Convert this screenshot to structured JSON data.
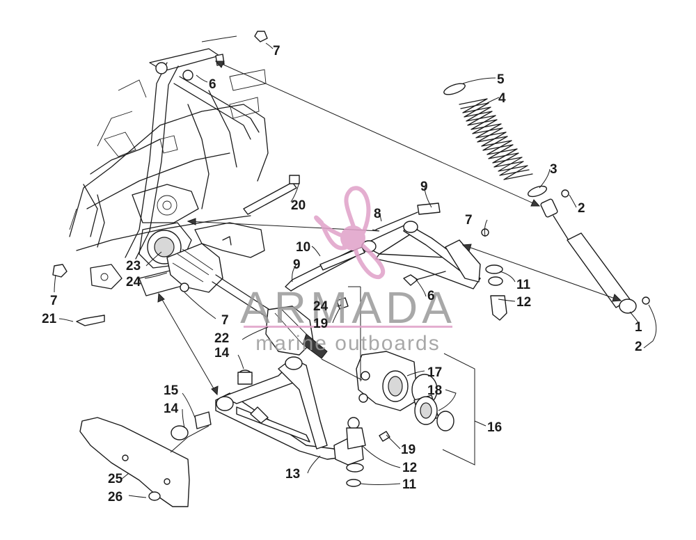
{
  "watermark": {
    "brand": "ARMADA",
    "tagline": "marine outboards",
    "accent_color": "#e0a0c8",
    "icon": "propeller-logo-icon"
  },
  "callouts": [
    {
      "id": "c1",
      "label": "7"
    },
    {
      "id": "c2",
      "label": "6"
    },
    {
      "id": "c3",
      "label": "5"
    },
    {
      "id": "c4",
      "label": "4"
    },
    {
      "id": "c5",
      "label": "3"
    },
    {
      "id": "c6",
      "label": "2"
    },
    {
      "id": "c7",
      "label": "9"
    },
    {
      "id": "c8",
      "label": "20"
    },
    {
      "id": "c9",
      "label": "8"
    },
    {
      "id": "c10",
      "label": "7"
    },
    {
      "id": "c11",
      "label": "10"
    },
    {
      "id": "c12",
      "label": "9"
    },
    {
      "id": "c13",
      "label": "23"
    },
    {
      "id": "c14",
      "label": "24"
    },
    {
      "id": "c15",
      "label": "11"
    },
    {
      "id": "c16",
      "label": "6"
    },
    {
      "id": "c17",
      "label": "12"
    },
    {
      "id": "c18",
      "label": "7"
    },
    {
      "id": "c19",
      "label": "21"
    },
    {
      "id": "c20",
      "label": "24"
    },
    {
      "id": "c21",
      "label": "19"
    },
    {
      "id": "c22",
      "label": "7"
    },
    {
      "id": "c23",
      "label": "22"
    },
    {
      "id": "c24",
      "label": "1"
    },
    {
      "id": "c25",
      "label": "2"
    },
    {
      "id": "c26",
      "label": "14"
    },
    {
      "id": "c27",
      "label": "17"
    },
    {
      "id": "c28",
      "label": "18"
    },
    {
      "id": "c29",
      "label": "15"
    },
    {
      "id": "c30",
      "label": "14"
    },
    {
      "id": "c31",
      "label": "16"
    },
    {
      "id": "c32",
      "label": "19"
    },
    {
      "id": "c33",
      "label": "12"
    },
    {
      "id": "c34",
      "label": "13"
    },
    {
      "id": "c35",
      "label": "25"
    },
    {
      "id": "c36",
      "label": "11"
    },
    {
      "id": "c37",
      "label": "26"
    }
  ]
}
